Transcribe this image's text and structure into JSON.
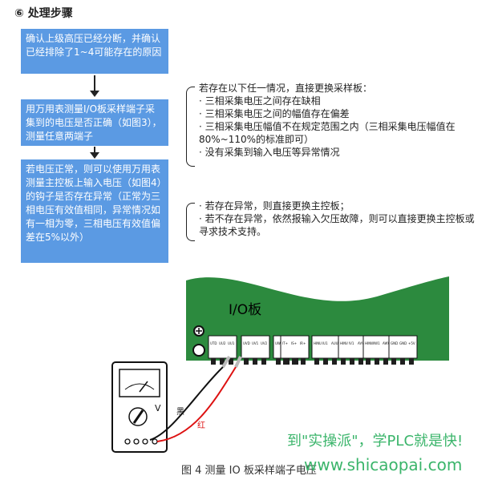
{
  "section_heading": "⑥ 处理步骤",
  "steps": [
    {
      "text": "确认上级高压已经分断，并确认已经排除了1~4可能存在的原因"
    },
    {
      "text": "用万用表测量I/O板采样端子采集到的电压是否正确（如图3），测量任意两端子"
    },
    {
      "text": "若电压正常，则可以使用万用表测量主控板上输入电压（如图4）的钩子是否存在异常（正常为三相电压有效值相同，异常情况如有一相为零，三相电压有效值偏差在5%以外）"
    }
  ],
  "note1": {
    "lead": "若存在以下任一情况，直接更换采样板：",
    "items": [
      "· 三相采集电压之间存在缺相",
      "· 三相采集电压之间的幅值存在偏差",
      "· 三相采集电压幅值不在规定范围之内（三相采集电压幅值在80%~110%的标准即可）",
      "· 没有采集到输入电压等异常情况"
    ]
  },
  "note2": {
    "items": [
      "· 若存在异常，则直接更换主控板；",
      "· 若不存在异常，依然报输入欠压故障，则可以直接更换主控板或寻求技术支持。"
    ]
  },
  "figure": {
    "board_label": "I/O板",
    "probe_black": "黑",
    "probe_red": "红",
    "meter_unit": "V",
    "terminal_labels": [
      "UTD",
      "UU2",
      "UU1",
      "UVD",
      "UV1",
      "UV2",
      "UWD",
      "UW2",
      "UW1",
      "IT+",
      "IS+",
      "IR+",
      "HINU",
      "IU1",
      "AUU",
      "HINV",
      "IV1",
      "AVV",
      "HINW",
      "IW1",
      "AWW",
      "GND",
      "GND",
      "+5V"
    ]
  },
  "caption": "图 4 测量 IO 板采样端子电压",
  "watermark": {
    "line1": "到\"实操派\"，学PLC就是快!",
    "line2": "www.shicaopai.com"
  }
}
